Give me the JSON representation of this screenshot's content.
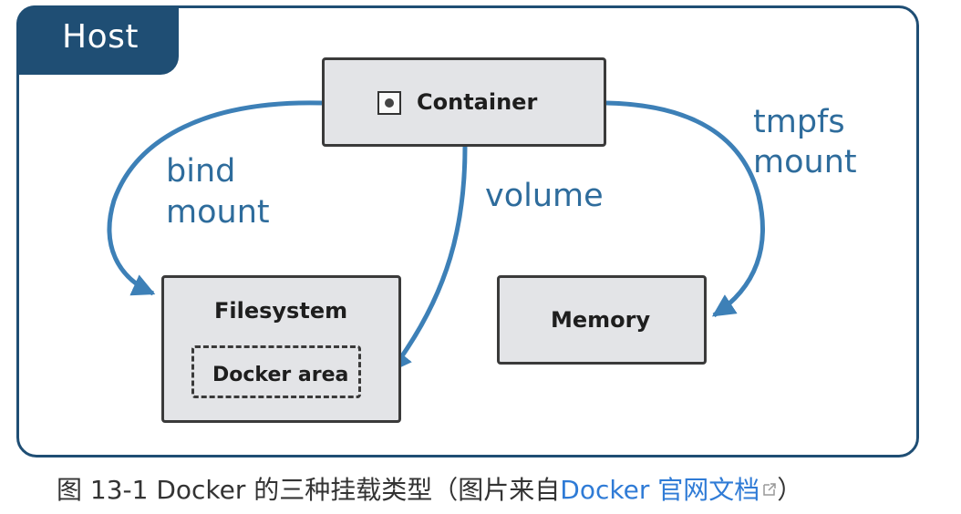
{
  "diagram": {
    "host_label": "Host",
    "container_label": "Container",
    "filesystem_label": "Filesystem",
    "docker_area_label": "Docker area",
    "memory_label": "Memory",
    "bind_mount_line1": "bind",
    "bind_mount_line2": "mount",
    "volume_label": "volume",
    "tmpfs_line1": "tmpfs",
    "tmpfs_line2": "mount",
    "colors": {
      "host_frame": "#1f4e74",
      "arrow": "#3d80b7",
      "box_fill": "#e3e4e7",
      "link": "#2f7bd6"
    }
  },
  "caption": {
    "prefix": "图 13-1 Docker 的三种挂载类型（图片来自",
    "link_text": "Docker 官网文档",
    "link_icon": "external-link-icon",
    "suffix": "）"
  }
}
